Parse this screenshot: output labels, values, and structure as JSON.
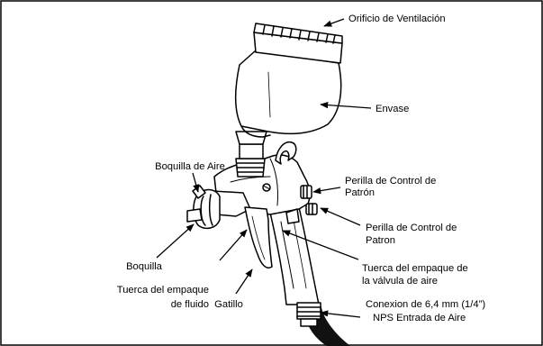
{
  "colors": {
    "line": "#000000",
    "background": "#ffffff"
  },
  "labels": {
    "vent_hole": "Orificio de Ventilación",
    "cup": "Envase",
    "air_cap": "Boquilla de Aire",
    "pattern_knob_1_line1": "Perilla de Control de",
    "pattern_knob_1_line2": "Patrón",
    "pattern_knob_2_line1": "Perilla de Control de",
    "pattern_knob_2_line2": "Patron",
    "nozzle": "Boquilla",
    "air_valve_nut_line1": "Tuerca del empaque de",
    "air_valve_nut_line2": "la válvula de aire",
    "fluid_nut_line1": "Tuerca del empaque",
    "fluid_nut_line2": "de fluido",
    "trigger": "Gatillo",
    "air_inlet_line1": "Conexion de 6,4 mm (1/4”)",
    "air_inlet_line2": "NPS Entrada de Aire"
  }
}
